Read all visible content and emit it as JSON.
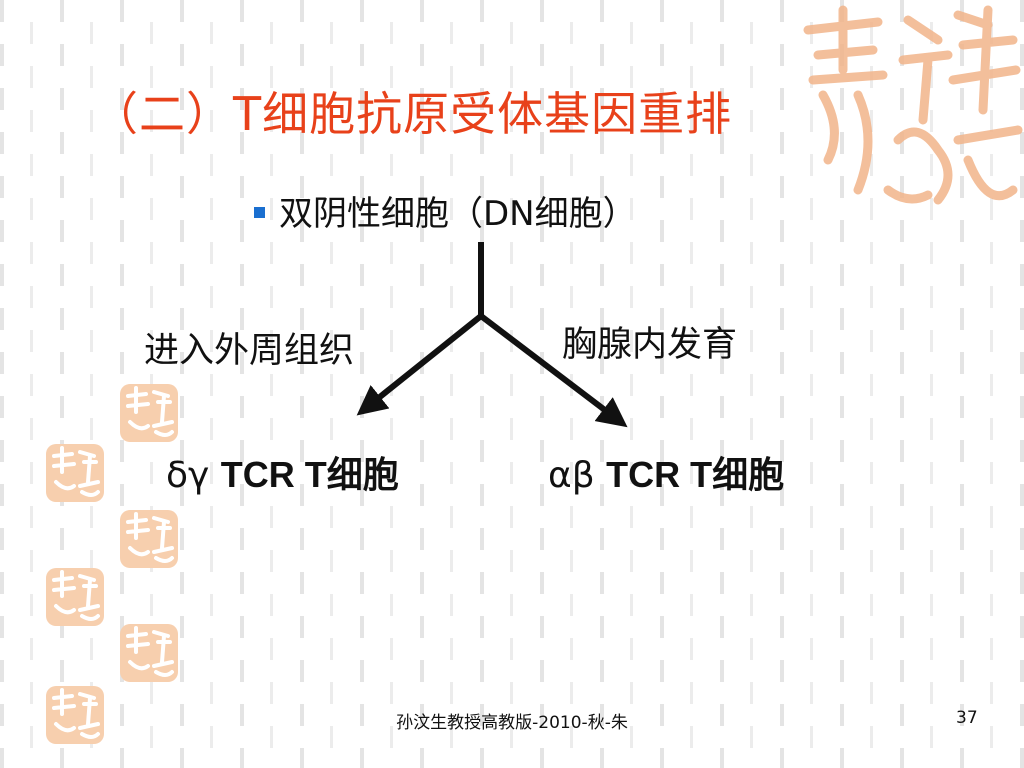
{
  "slide": {
    "title": "（二）T细胞抗原受体基因重排",
    "bullet": "双阴性细胞（DN细胞）",
    "left_branch_label": "进入外周组织",
    "right_branch_label": "胸腺内发育",
    "left_result": {
      "greek": "δγ",
      "text": "TCR  T细胞"
    },
    "right_result": {
      "greek": "αβ",
      "text": "TCR  T细胞"
    },
    "footer": "孙汶生教授高教版-2010-秋-朱",
    "page_number": "37"
  },
  "colors": {
    "title": "#e8411a",
    "bullet": "#1a6fd0",
    "seal": "#f2b48a",
    "text": "#111111"
  }
}
